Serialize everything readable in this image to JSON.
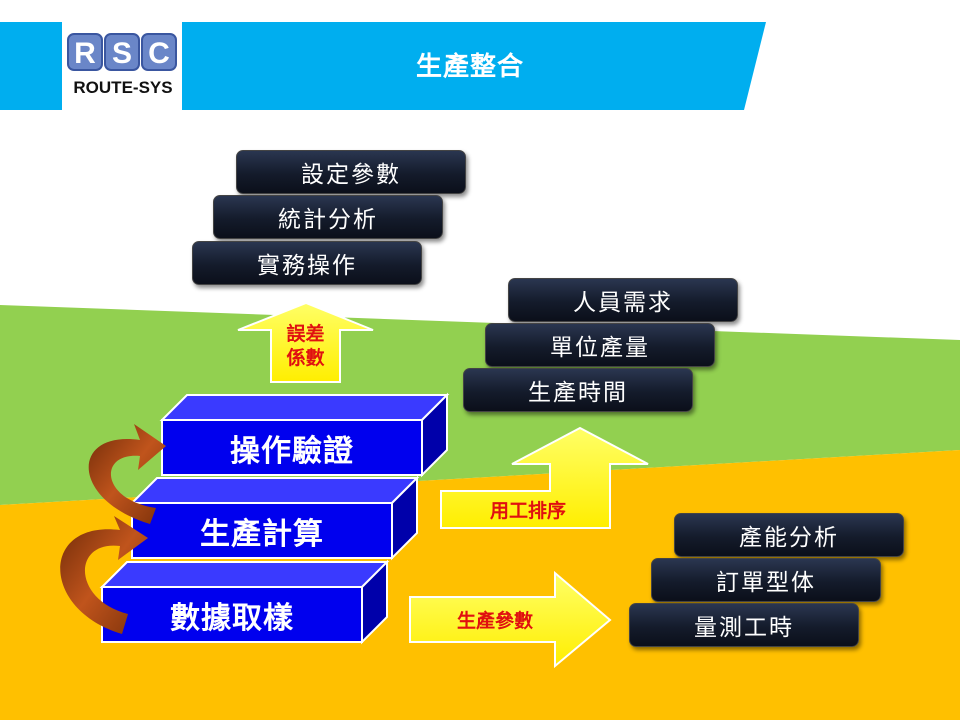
{
  "header": {
    "logo_mark": "RSC",
    "logo_text": "ROUTE-SYS",
    "title": "生產整合"
  },
  "colors": {
    "header_blue": "#00aeef",
    "green_band": "#92d050",
    "orange_band": "#ffc000",
    "step_blue": "#0000ee",
    "arrow_yellow": "#ffff00",
    "label_red": "#e01010",
    "curve_arrow": "#8b3a10"
  },
  "steps": [
    {
      "label": "數據取樣"
    },
    {
      "label": "生產計算"
    },
    {
      "label": "操作驗證"
    }
  ],
  "arrows": {
    "up": "誤差係數",
    "up_line1": "誤差",
    "up_line2": "係數",
    "bend": "用工排序",
    "right": "生產參數"
  },
  "groups": {
    "top": [
      "設定參數",
      "統計分析",
      "實務操作"
    ],
    "middle": [
      "人員需求",
      "單位產量",
      "生產時間"
    ],
    "bottom": [
      "產能分析",
      "訂單型体",
      "量測工時"
    ]
  }
}
